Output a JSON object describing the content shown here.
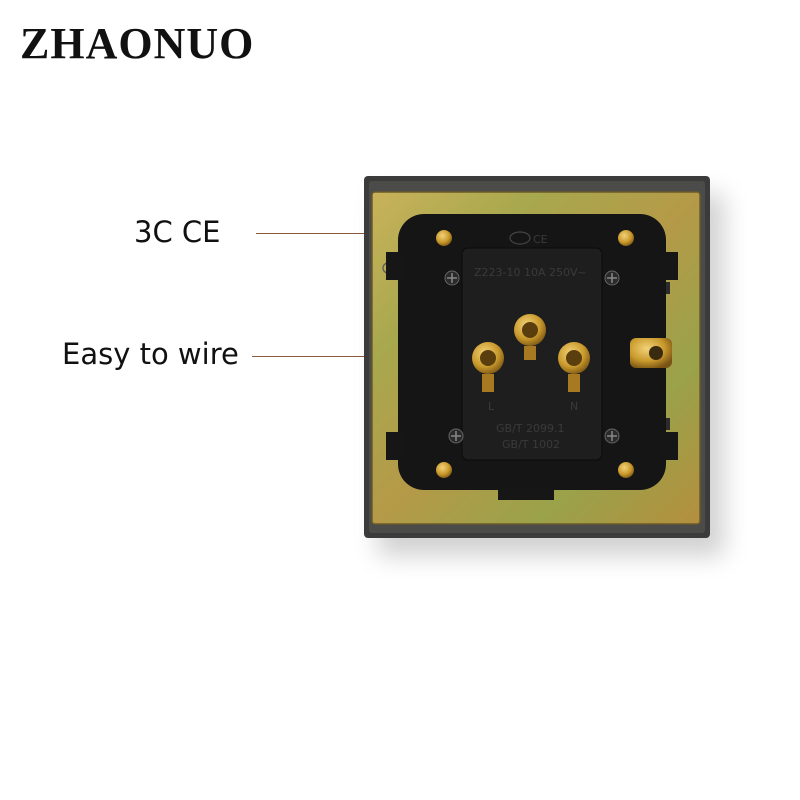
{
  "brand": {
    "name": "ZHAONUO"
  },
  "callouts": [
    {
      "label": "3C CE"
    },
    {
      "label": "Easy to wire"
    }
  ],
  "socket_markings": {
    "model": "Z223-10 10A 250V~",
    "standard_1": "GB/T 2099.1",
    "standard_2": "GB/T 1002",
    "terminal_l": "L",
    "terminal_n": "N"
  },
  "colors": {
    "frame": "#2a2a2a",
    "plate": "#b9a24a",
    "body": "#151515",
    "brass": "#c99a2c"
  }
}
